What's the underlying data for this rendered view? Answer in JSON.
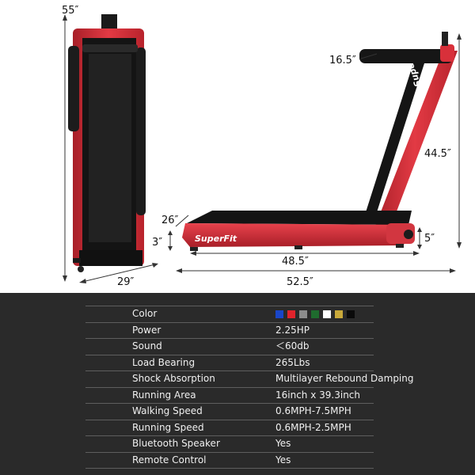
{
  "dimensions": {
    "folded_height": "55″",
    "folded_width": "29″",
    "handle_width": "16.5″",
    "total_height": "44.5″",
    "deck_width": "26″",
    "deck_height": "3″",
    "base_height": "5″",
    "running_length": "48.5″",
    "total_length": "52.5″"
  },
  "brand": {
    "logo_text": "SuperFit"
  },
  "colors": {
    "frame_red": "#d8303a",
    "frame_dark": "#a81f28",
    "belt_black": "#141414",
    "panel_bg": "#2a2a2a"
  },
  "specs": {
    "color_label": "Color",
    "color_swatches": [
      "#1a46c8",
      "#e0242c",
      "#8c8c8c",
      "#1f6b2e",
      "#ffffff",
      "#c9a93a",
      "#0a0a0a"
    ],
    "rows": [
      {
        "label": "Power",
        "value": "2.25HP"
      },
      {
        "label": "Sound",
        "value": "＜60db"
      },
      {
        "label": "Load Bearing",
        "value": "265Lbs"
      },
      {
        "label": "Shock Absorption",
        "value": "Multilayer Rebound Damping"
      },
      {
        "label": "Running Area",
        "value": "16inch x 39.3inch"
      },
      {
        "label": "Walking Speed",
        "value": "0.6MPH-7.5MPH"
      },
      {
        "label": "Running Speed",
        "value": "0.6MPH-2.5MPH"
      },
      {
        "label": "Bluetooth Speaker",
        "value": "Yes"
      },
      {
        "label": "Remote Control",
        "value": "Yes"
      }
    ]
  }
}
